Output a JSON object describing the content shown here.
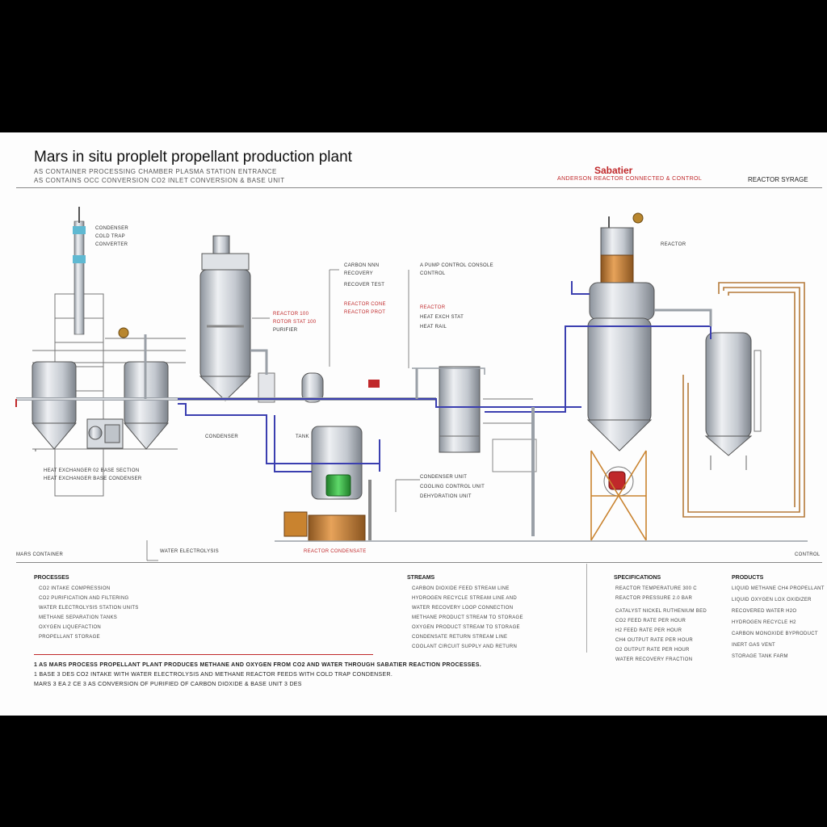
{
  "header": {
    "title": "Mars in situ proplelt propellant production plant",
    "subtitle_1": "AS CONTAINER PROCESSING CHAMBER PLASMA STATION ENTRANCE",
    "subtitle_2": "AS CONTAINS OCC CONVERSION CO2 INLET CONVERSION & BASE UNIT",
    "section_title": "Sabatier",
    "section_subtitle": "ANDERSON REACTOR CONNECTED & CONTROL",
    "right_label": "REACTOR SYRAGE"
  },
  "labels": {
    "tower_1": "CONDENSER",
    "tower_2": "COLD TRAP",
    "tower_3": "CONVERTER",
    "silo_red_1": "REACTOR 100",
    "silo_red_2": "ROTOR STAT 100",
    "silo_3": "PURIFIER",
    "mid_1": "CARBON NNN",
    "mid_2": "RECOVERY",
    "mid_3": "RECOVER TEST",
    "mid_red_1": "REACTOR CONE",
    "mid_red_2": "REACTOR PROT",
    "right_1": "A PUMP CONTROL CONSOLE",
    "right_2": "CONTROL",
    "right_red": "REACTOR",
    "right_3": "HEAT EXCH STAT",
    "right_4": "HEAT RAIL",
    "reactor_label": "REACTOR",
    "left_mid": "CONDENSER",
    "middle_tank": "TANK",
    "lower_1": "CONDENSER UNIT",
    "lower_2": "COOLING CONTROL UNIT",
    "lower_3": "DEHYDRATION UNIT",
    "bottom_left_1": "HEAT EXCHANGER 02 BASE SECTION",
    "bottom_left_2": "HEAT EXCHANGER BASE CONDENSER",
    "corner_left": "MARS CONTAINER",
    "bottom_mid": "WATER ELECTROLYSIS",
    "bottom_center": "REACTOR CONDENSATE",
    "corner_right": "CONTROL"
  },
  "columns": [
    {
      "head": "PROCESSES",
      "lines": [
        "CO2 INTAKE COMPRESSION",
        "CO2 PURIFICATION AND FILTERING",
        "WATER ELECTROLYSIS STATION UNITS",
        "METHANE SEPARATION TANKS",
        "OXYGEN LIQUEFACTION",
        "PROPELLANT STORAGE"
      ]
    },
    {
      "head": "STREAMS",
      "lines": [
        "CARBON DIOXIDE FEED STREAM LINE",
        "HYDROGEN RECYCLE STREAM LINE AND",
        "WATER RECOVERY LOOP CONNECTION",
        "METHANE PRODUCT STREAM TO STORAGE",
        "OXYGEN PRODUCT STREAM TO STORAGE",
        "CONDENSATE RETURN STREAM LINE",
        "COOLANT CIRCUIT SUPPLY AND RETURN"
      ]
    },
    {
      "head": "SPECIFICATIONS",
      "lines": [
        "REACTOR TEMPERATURE 300 C",
        "REACTOR PRESSURE 2.0 BAR",
        "CATALYST NICKEL RUTHENIUM BED",
        "CO2 FEED RATE PER HOUR",
        "H2 FEED RATE PER HOUR",
        "CH4 OUTPUT RATE PER HOUR",
        "O2 OUTPUT RATE PER HOUR",
        "WATER RECOVERY FRACTION"
      ]
    },
    {
      "head": "PRODUCTS",
      "lines": [
        "LIQUID METHANE CH4 PROPELLANT",
        "LIQUID OXYGEN LOX OXIDIZER",
        "RECOVERED WATER H2O",
        "HYDROGEN RECYCLE H2",
        "CARBON MONOXIDE BYPRODUCT",
        "INERT GAS VENT",
        "STORAGE TANK FARM"
      ]
    }
  ],
  "footer": {
    "line_1": "1 AS MARS PROCESS PROPELLANT PLANT PRODUCES METHANE AND OXYGEN FROM CO2 AND WATER THROUGH SABATIER REACTION PROCESSES.",
    "line_2": "1 BASE 3 DES CO2 INTAKE WITH WATER ELECTROLYSIS AND METHANE REACTOR FEEDS WITH COLD TRAP CONDENSER.",
    "line_3": "MARS 3 EA 2 CE 3 AS CONVERSION OF PURIFIED OF CARBON DIOXIDE & BASE UNIT 3 DES"
  },
  "colors": {
    "steel": "#c9ced6",
    "copper": "#c9832f",
    "pipe_blue": "#3b3fb0",
    "pipe_copper": "#b57a3a",
    "accent_red": "#c0282a",
    "green": "#2fae3a"
  }
}
